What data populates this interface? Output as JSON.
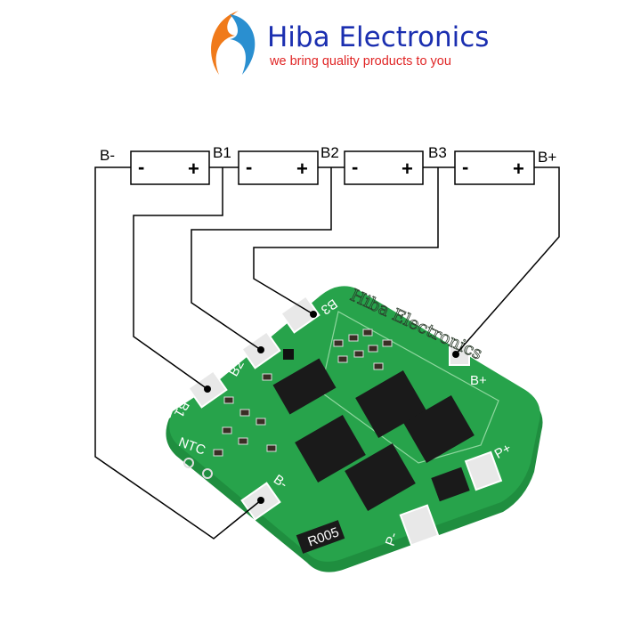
{
  "logo": {
    "brand": "Hiba Electronics",
    "tagline": "we bring quality products to you",
    "colors": {
      "brand_blue": "#1b2fb0",
      "tagline_red": "#e02525",
      "swoosh_orange": "#f07a1a",
      "swoosh_blue": "#2a8fd0"
    }
  },
  "diagram": {
    "terminals": [
      "B-",
      "B1",
      "B2",
      "B3",
      "B+"
    ],
    "cells": [
      {
        "minus": "-",
        "plus": "+"
      },
      {
        "minus": "-",
        "plus": "+"
      },
      {
        "minus": "-",
        "plus": "+"
      },
      {
        "minus": "-",
        "plus": "+"
      }
    ]
  },
  "board": {
    "color": "#24a04a",
    "pads": {
      "b1": "B1",
      "b2": "B2",
      "b3": "B3",
      "bminus": "B-",
      "bplus": "B+",
      "pplus": "P+",
      "pminus": "P-"
    },
    "ntc": "NTC",
    "resistor": "R005",
    "watermark": "Hiba Electronics"
  }
}
